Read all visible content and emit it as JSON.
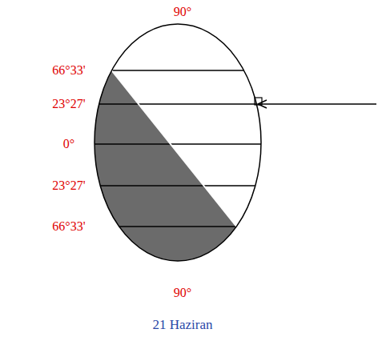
{
  "diagram": {
    "caption": "21 Haziran",
    "labels": [
      "90°",
      "66°33'",
      "23°27'",
      "0°",
      "23°27'",
      "66°33'",
      "90°"
    ]
  }
}
